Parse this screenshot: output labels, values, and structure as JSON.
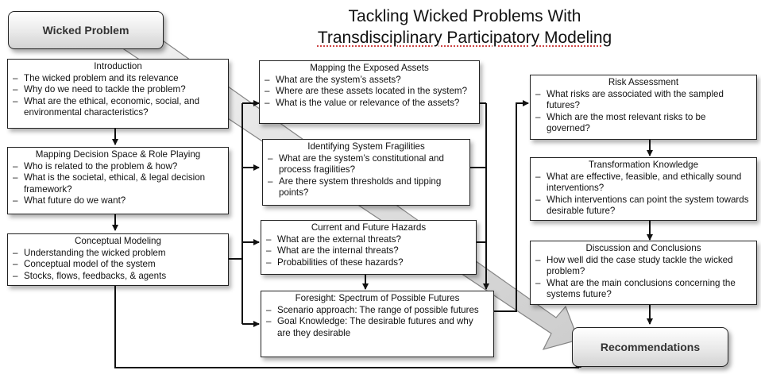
{
  "title": {
    "line1": "Tackling Wicked Problems With",
    "line2": "Transdisciplinary Participatory Modeling"
  },
  "pills": {
    "wicked_problem": "Wicked Problem",
    "recommendations": "Recommendations"
  },
  "boxes": {
    "introduction": {
      "title": "Introduction",
      "items": [
        "The wicked problem and its relevance",
        "Why do we need to tackle the problem?",
        "What are the ethical, economic, social, and environmental characteristics?"
      ]
    },
    "mapping_decision_space": {
      "title": "Mapping Decision Space & Role Playing",
      "items": [
        "Who is related to the problem & how?",
        "What is the societal, ethical, & legal decision framework?",
        "What future do we want?"
      ]
    },
    "conceptual_modeling": {
      "title": "Conceptual Modeling",
      "items": [
        "Understanding the wicked problem",
        "Conceptual model of the system",
        "Stocks, flows, feedbacks, & agents"
      ]
    },
    "mapping_exposed_assets": {
      "title": "Mapping the Exposed Assets",
      "items": [
        "What are the system’s assets?",
        "Where are these assets located in the system?",
        "What is the value or relevance of the assets?"
      ]
    },
    "system_fragilities": {
      "title": "Identifying System Fragilities",
      "items": [
        "What are the system’s constitutional and process fragilities?",
        "Are there system thresholds and tipping points?"
      ]
    },
    "hazards": {
      "title": "Current and Future Hazards",
      "items": [
        "What are the external threats?",
        "What are the internal threats?",
        "Probabilities of these hazards?"
      ]
    },
    "foresight": {
      "title": "Foresight: Spectrum of Possible Futures",
      "items": [
        "Scenario approach: The range of possible futures",
        "Goal Knowledge: The desirable futures and why are they desirable"
      ]
    },
    "risk_assessment": {
      "title": "Risk Assessment",
      "items": [
        "What risks are associated with the sampled futures?",
        "Which are the most relevant risks to be governed?"
      ]
    },
    "transformation_knowledge": {
      "title": "Transformation Knowledge",
      "items": [
        "What are effective, feasible, and ethically sound interventions?",
        "Which interventions can point the system towards desirable future?"
      ]
    },
    "discussion": {
      "title": "Discussion and Conclusions",
      "items": [
        "How well did the case study tackle the wicked problem?",
        "What are the main conclusions concerning the systems future?"
      ]
    }
  },
  "colors": {
    "line": "#111111",
    "big_arrow_fill": "#dcdcdc",
    "big_arrow_stroke": "#777777"
  }
}
